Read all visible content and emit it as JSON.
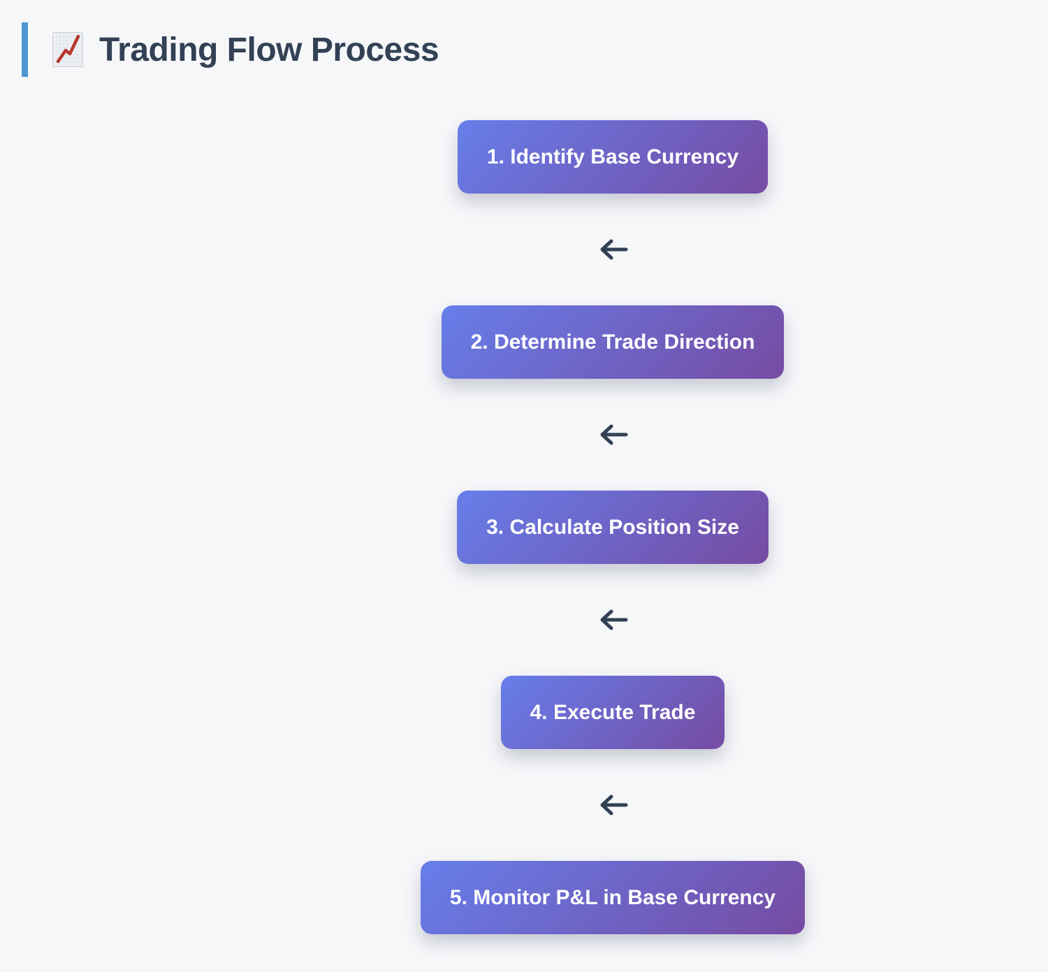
{
  "page": {
    "background_color": "#f6f7f9"
  },
  "header": {
    "accent_bar_color": "#4E96D3",
    "icon": "chart-increasing-emoji",
    "title": "Trading Flow Process",
    "title_color": "#334155"
  },
  "flow": {
    "type": "vertical-flowchart",
    "connector_symbol": "←",
    "connector_color": "#334155",
    "box_gradient_start": "#667EEA",
    "box_gradient_end": "#764BA2",
    "box_text_color": "#FFFFFF",
    "steps": [
      {
        "label": "1. Identify Base Currency"
      },
      {
        "label": "2. Determine Trade Direction"
      },
      {
        "label": "3. Calculate Position Size"
      },
      {
        "label": "4. Execute Trade"
      },
      {
        "label": "5. Monitor P&L in Base Currency"
      }
    ]
  }
}
